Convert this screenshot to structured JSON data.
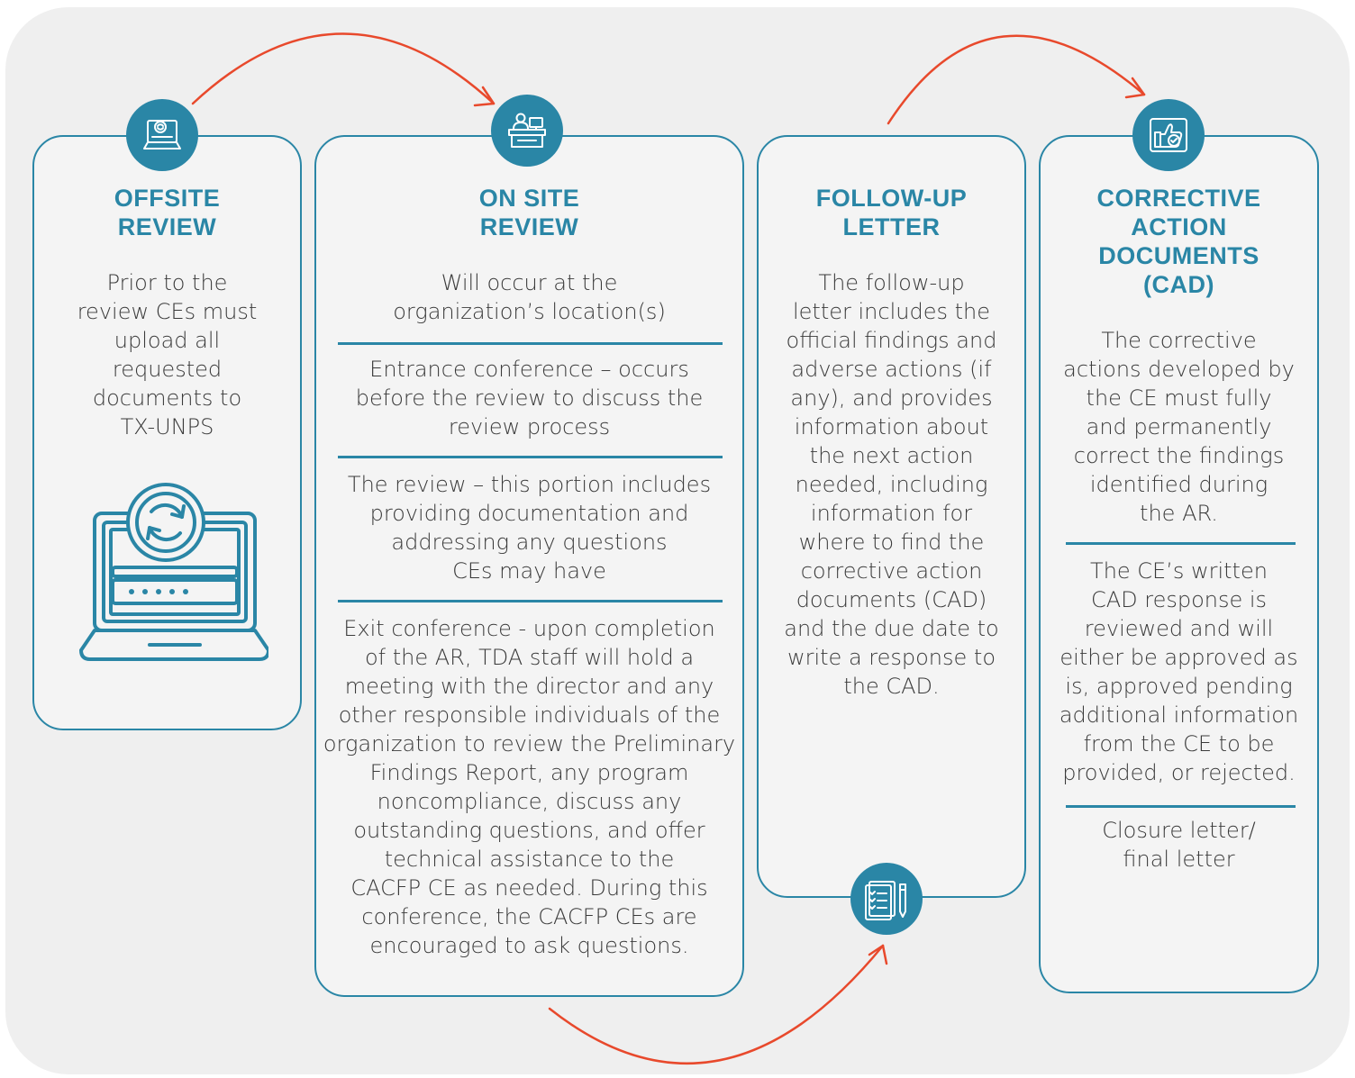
{
  "colors": {
    "accent": "#2a86a6",
    "arrow": "#e8492c",
    "text": "#3a3a3a",
    "background": "#efefef"
  },
  "steps": [
    {
      "title": "OFFSITE\nREVIEW",
      "icon": "laptop-refresh-icon",
      "sections": [
        "Prior to the\nreview CEs must\nupload all\nrequested\ndocuments to\nTX-UNPS"
      ]
    },
    {
      "title": "ON SITE\nREVIEW",
      "icon": "front-desk-icon",
      "sections": [
        "Will occur at the\norganization’s location(s)",
        "Entrance conference – occurs\nbefore the review to discuss the\nreview process",
        "The review – this portion includes\nproviding documentation and\naddressing any questions\nCEs may have",
        "Exit conference - upon completion\nof the AR, TDA staff will hold a\nmeeting with the director and any\nother responsible individuals of the\norganization to review the Preliminary\nFindings Report, any program\nnoncompliance, discuss any\noutstanding questions, and offer\ntechnical assistance to the\nCACFP CE as needed. During this\nconference, the CACFP CEs are\nencouraged to ask questions."
      ]
    },
    {
      "title": "FOLLOW-UP\nLETTER",
      "icon": "checklist-document-icon",
      "sections": [
        "The follow-up\nletter includes the\nofficial findings and\nadverse actions (if\nany), and provides\ninformation about\nthe next action\nneeded, including\ninformation for\nwhere to find the\ncorrective action\ndocuments (CAD)\nand the due date to\nwrite a response to\nthe CAD."
      ]
    },
    {
      "title": "CORRECTIVE\nACTION\nDOCUMENTS\n(CAD)",
      "icon": "thumbs-up-check-icon",
      "sections": [
        "The corrective\nactions developed by\nthe CE must fully\nand permanently\ncorrect the findings\nidentified during\nthe AR.",
        "The CE’s written\nCAD response is\nreviewed and will\neither be approved as\nis, approved pending\nadditional information\nfrom the CE to be\nprovided, or rejected.",
        "Closure letter/\nfinal letter"
      ]
    }
  ]
}
